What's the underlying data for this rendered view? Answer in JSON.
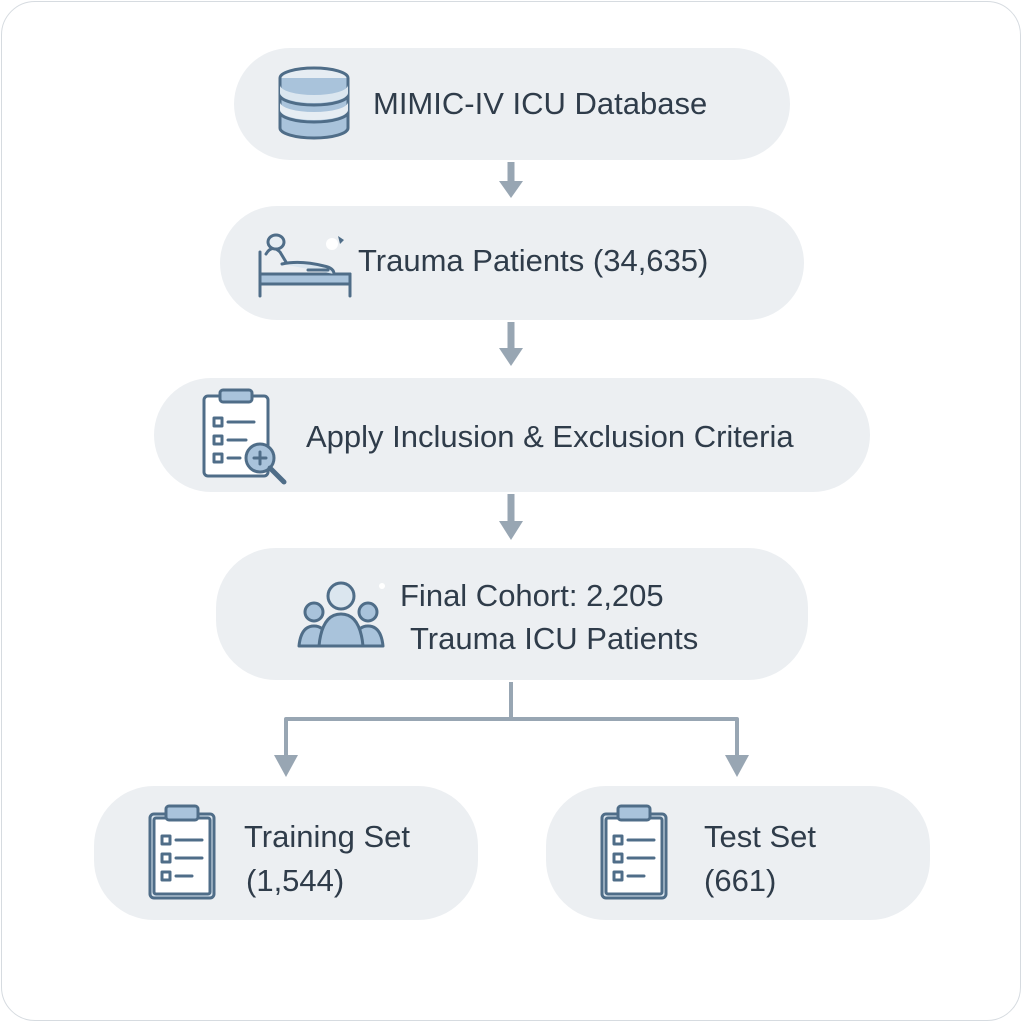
{
  "flow": {
    "database": {
      "label": "MIMIC-IV ICU Database",
      "icon": "database-icon"
    },
    "trauma_patients": {
      "label": "Trauma Patients (34,635)",
      "icon": "hospital-bed-icon"
    },
    "criteria": {
      "label": "Apply Inclusion & Exclusion Criteria",
      "icon": "checklist-search-icon"
    },
    "final_cohort": {
      "line1": "Final Cohort: 2,205",
      "line2": "Trauma ICU Patients",
      "icon": "people-group-icon"
    },
    "training_set": {
      "line1": "Training Set",
      "line2": "(1,544)",
      "icon": "clipboard-icon"
    },
    "test_set": {
      "line1": "Test Set",
      "line2": "(661)",
      "icon": "clipboard-icon"
    }
  },
  "colors": {
    "node_fill": "#eceff2",
    "arrow": "#98a6b3",
    "icon_stroke": "#4f6d88",
    "icon_fill": "#a9c3db",
    "text": "#2f3c4a"
  }
}
